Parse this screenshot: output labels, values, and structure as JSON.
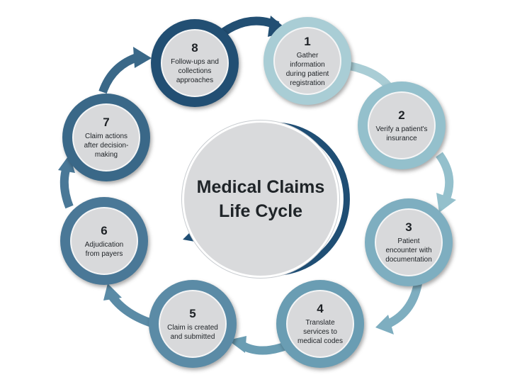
{
  "title_lines": [
    "Medical Claims",
    "Life Cycle"
  ],
  "colors": {
    "ring_1": "#a9cdd5",
    "ring_2": "#94c0cc",
    "ring_3": "#7eaec0",
    "ring_4": "#6a9db3",
    "ring_5": "#5b8ba6",
    "ring_6": "#4a7897",
    "ring_7": "#3a6888",
    "ring_8": "#224f73",
    "center_arrow": "#1f4e74"
  },
  "steps": [
    {
      "number": "1",
      "lines": [
        "Gather",
        "information",
        "during patient",
        "registration"
      ]
    },
    {
      "number": "2",
      "lines": [
        "Verify a patient's",
        "insurance"
      ]
    },
    {
      "number": "3",
      "lines": [
        "Patient",
        "encounter with",
        "documentation"
      ]
    },
    {
      "number": "4",
      "lines": [
        "Translate",
        "services to",
        "medical codes"
      ]
    },
    {
      "number": "5",
      "lines": [
        "Claim is created",
        "and submitted"
      ]
    },
    {
      "number": "6",
      "lines": [
        "Adjudication",
        "from payers"
      ]
    },
    {
      "number": "7",
      "lines": [
        "Claim actions",
        "after decision-",
        "making"
      ]
    },
    {
      "number": "8",
      "lines": [
        "Follow-ups and",
        "collections",
        "approaches"
      ]
    }
  ]
}
